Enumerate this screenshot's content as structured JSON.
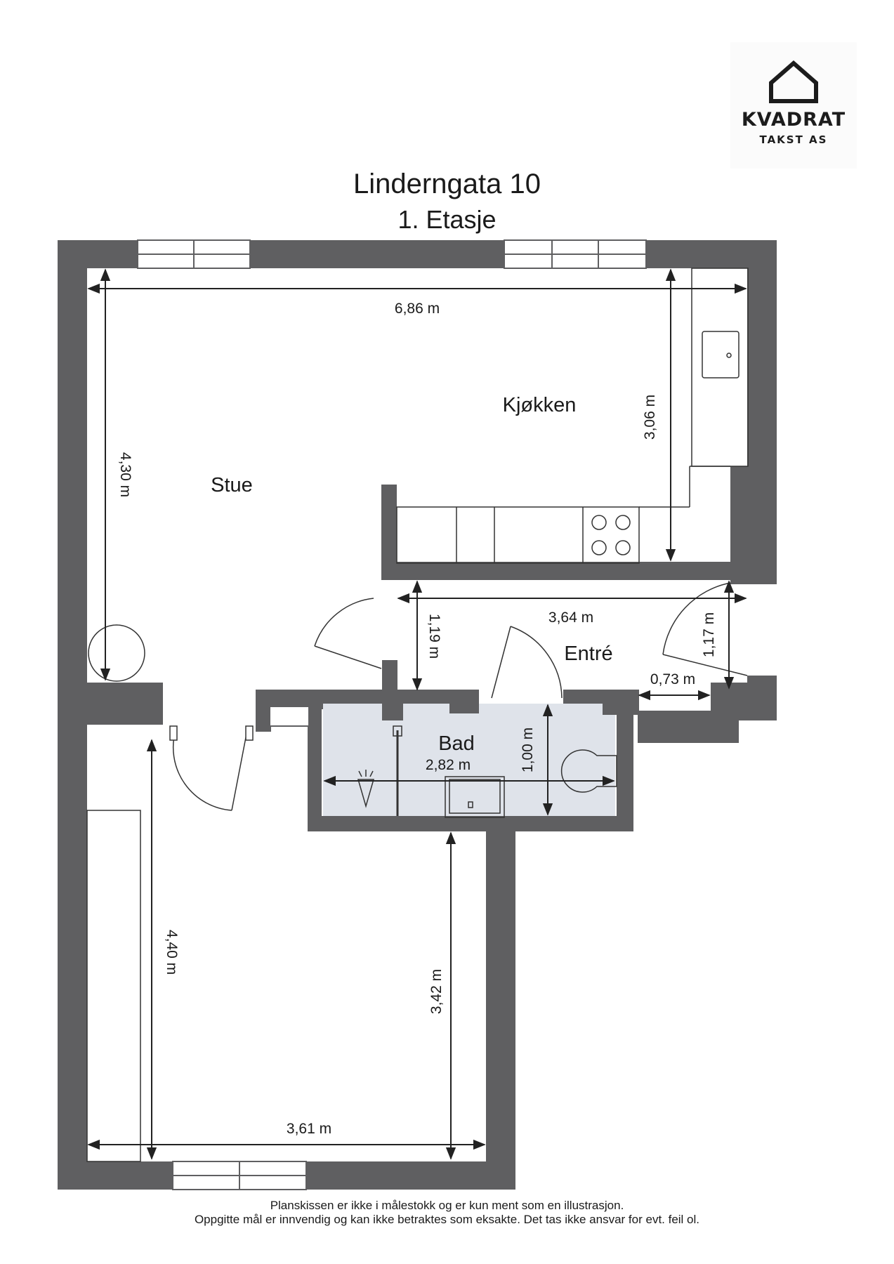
{
  "logo": {
    "name": "KVADRAT",
    "sub": "TAKST AS",
    "icon": "house-outline-icon"
  },
  "title": "Linderngata 10",
  "subtitle": "1. Etasje",
  "rooms": {
    "stue": "Stue",
    "kjokken": "Kjøkken",
    "entre": "Entré",
    "bad": "Bad"
  },
  "dimensions": {
    "top_width": "6,86 m",
    "stue_height": "4,30 m",
    "kjokken_height": "3,06 m",
    "entre_width": "3,64 m",
    "entre_height_left": "1,19 m",
    "entre_height_right": "1,17 m",
    "entre_niche_width": "0,73 m",
    "bad_width": "2,82 m",
    "bad_height": "1,00 m",
    "bedroom_height": "4,40 m",
    "bedroom_height_right": "3,42 m",
    "bedroom_width": "3,61 m"
  },
  "colors": {
    "wall": "#5f5f61",
    "bathroom_floor": "#dfe3ea",
    "line": "#222222"
  },
  "disclaimer": [
    "Planskissen er ikke i målestokk og er kun ment som en illustrasjon.",
    "Oppgitte mål er innvendig og kan ikke betraktes som eksakte. Det tas ikke ansvar for evt. feil ol."
  ]
}
